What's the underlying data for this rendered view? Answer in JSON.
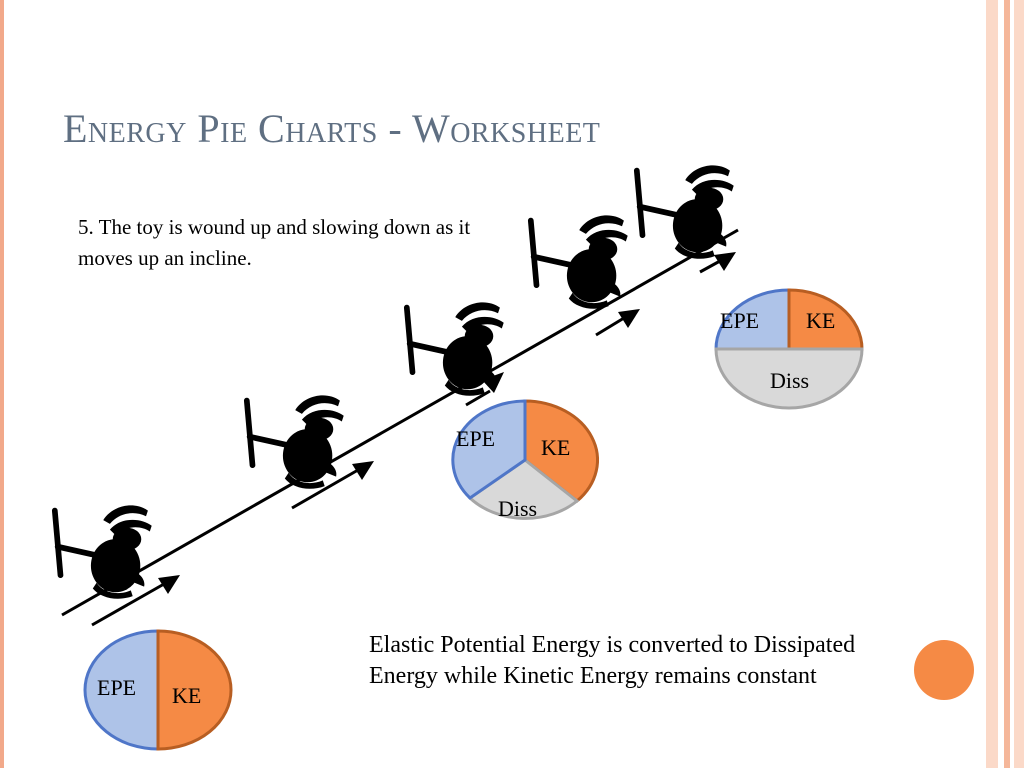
{
  "title": "Energy Pie Charts - Worksheet",
  "question": "5.  The toy is wound up and slowing down as it moves up an incline.",
  "explanation": "Elastic Potential Energy is converted to Dissipated Energy while Kinetic Energy remains constant",
  "pie_labels": {
    "epe": "EPE",
    "ke": "KE",
    "diss": "Diss"
  },
  "colors": {
    "title": "#5f6f82",
    "epe_fill": "#aec3e8",
    "epe_stroke": "#4f76c8",
    "ke_fill": "#f58a45",
    "ke_stroke": "#b85e22",
    "diss_fill": "#d9d9d9",
    "diss_stroke": "#a6a6a6",
    "accent_circle": "#f58a45",
    "slide_border": "#f2a98a",
    "stripe_light": "#fbd9c8",
    "stripe_dark": "#f5b79a"
  },
  "pies": [
    {
      "name": "start",
      "epe": 0.5,
      "ke": 0.5,
      "diss": 0.0
    },
    {
      "name": "middle",
      "epe": 0.33,
      "ke": 0.37,
      "diss": 0.3
    },
    {
      "name": "end",
      "epe": 0.25,
      "ke": 0.25,
      "diss": 0.5
    }
  ],
  "icons": {
    "rabbit": "wind-up-rabbit-icon",
    "arrow": "motion-arrow-icon",
    "circle": "decorative-circle"
  }
}
